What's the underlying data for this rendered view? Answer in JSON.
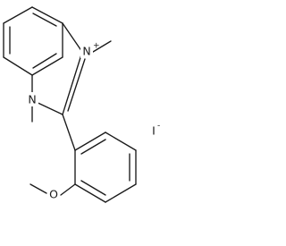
{
  "molecule": {
    "atom_labels": {
      "n_plus": "N",
      "n_plus_charge": "+",
      "n": "N",
      "oxygen": "O",
      "iodine": "I",
      "iodine_charge": "-"
    },
    "colors": {
      "line": "#1a1a1a",
      "background": "#ffffff"
    }
  }
}
